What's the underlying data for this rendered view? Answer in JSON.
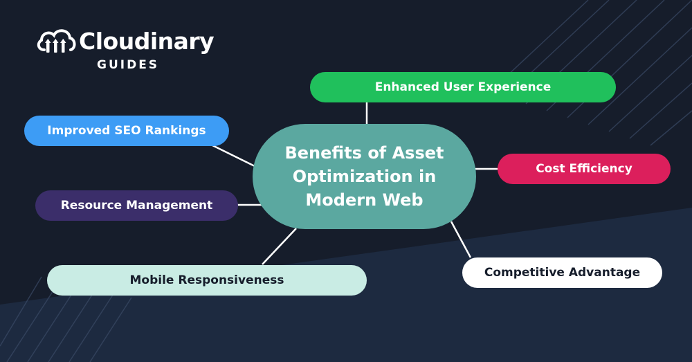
{
  "brand": {
    "name": "Cloudinary",
    "subtitle": "GUIDES"
  },
  "diagram": {
    "center": {
      "lines": [
        "Benefits of Asset",
        "Optimization in",
        "Modern Web"
      ]
    },
    "nodes": [
      {
        "id": "enhanced-user-experience",
        "label": "Enhanced User Experience",
        "color": "#20c05c",
        "text_color": "#ffffff"
      },
      {
        "id": "improved-seo-rankings",
        "label": "Improved SEO Rankings",
        "color": "#3d9cf5",
        "text_color": "#ffffff"
      },
      {
        "id": "cost-efficiency",
        "label": "Cost Efficiency",
        "color": "#dc1f5c",
        "text_color": "#ffffff"
      },
      {
        "id": "resource-management",
        "label": "Resource Management",
        "color": "#3b2e6a",
        "text_color": "#ffffff"
      },
      {
        "id": "competitive-advantage",
        "label": "Competitive Advantage",
        "color": "#ffffff",
        "text_color": "#161d2b"
      },
      {
        "id": "mobile-responsiveness",
        "label": "Mobile Responsiveness",
        "color": "#c9ece4",
        "text_color": "#161d2b"
      }
    ]
  },
  "colors": {
    "background": "#161d2b",
    "background_lower": "#1d2a40",
    "center_fill": "#5ba8a0",
    "connector": "#ffffff"
  }
}
